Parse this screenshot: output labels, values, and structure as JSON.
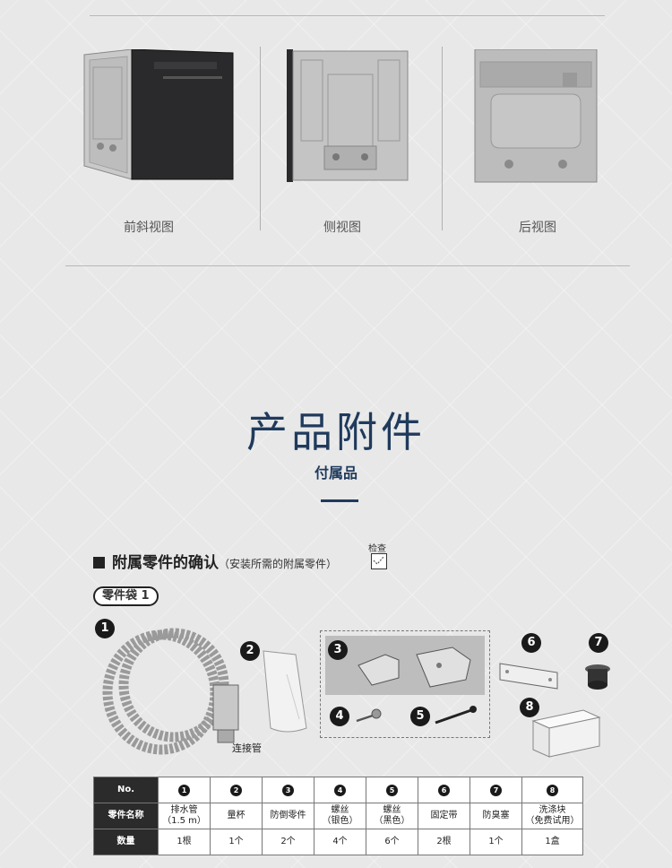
{
  "views": [
    {
      "label": "前斜视图",
      "icon": "dishwasher-front-oblique-image"
    },
    {
      "label": "侧视图",
      "icon": "dishwasher-side-image"
    },
    {
      "label": "后视图",
      "icon": "dishwasher-back-image"
    }
  ],
  "section": {
    "title": "产品附件",
    "subtitle": "付属品"
  },
  "accessories": {
    "heading": "附属零件的确认",
    "heading_note": "（安装所需的附属零件）",
    "check_label": "检查",
    "bag_label": "零件袋 1",
    "connector_label": "连接管",
    "numbers": [
      "1",
      "2",
      "3",
      "4",
      "5",
      "6",
      "7",
      "8"
    ]
  },
  "table": {
    "row_headers": [
      "No.",
      "零件名称",
      "数量"
    ],
    "items": [
      {
        "no": "1",
        "name_line1": "排水管",
        "name_line2": "（1.5 m）",
        "qty": "1根"
      },
      {
        "no": "2",
        "name_line1": "量杯",
        "name_line2": "",
        "qty": "1个"
      },
      {
        "no": "3",
        "name_line1": "防倒零件",
        "name_line2": "",
        "qty": "2个"
      },
      {
        "no": "4",
        "name_line1": "螺丝",
        "name_line2": "（银色）",
        "qty": "4个"
      },
      {
        "no": "5",
        "name_line1": "螺丝",
        "name_line2": "（黑色）",
        "qty": "6个"
      },
      {
        "no": "6",
        "name_line1": "固定带",
        "name_line2": "",
        "qty": "2根"
      },
      {
        "no": "7",
        "name_line1": "防臭塞",
        "name_line2": "",
        "qty": "1个"
      },
      {
        "no": "8",
        "name_line1": "洗涤块",
        "name_line2": "（免费试用）",
        "qty": "1盒"
      }
    ]
  },
  "colors": {
    "title_navy": "#1f3a5c",
    "background": "#e8e8e8",
    "table_header": "#2b2b2b"
  }
}
